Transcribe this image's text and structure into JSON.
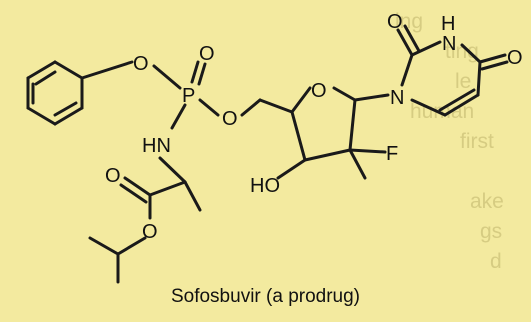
{
  "caption": "Sofosbuvir (a prodrug)",
  "atoms": {
    "o_phenoxy": "O",
    "p": "P",
    "o_double_p": "O",
    "o_ester_p": "O",
    "nh": "HN",
    "o_ring": "O",
    "n1": "N",
    "o_c2": "O",
    "nh3": "H",
    "n3": "N",
    "o_c4": "O",
    "f": "F",
    "ho": "HO",
    "o_carbonyl": "O",
    "o_ester_ipr": "O"
  },
  "ghost_text": [
    "ing",
    "ting",
    "le",
    "human",
    "first",
    "ake",
    "gs",
    "d"
  ],
  "colors": {
    "background": "#f3ea9f",
    "ink": "#111111"
  }
}
